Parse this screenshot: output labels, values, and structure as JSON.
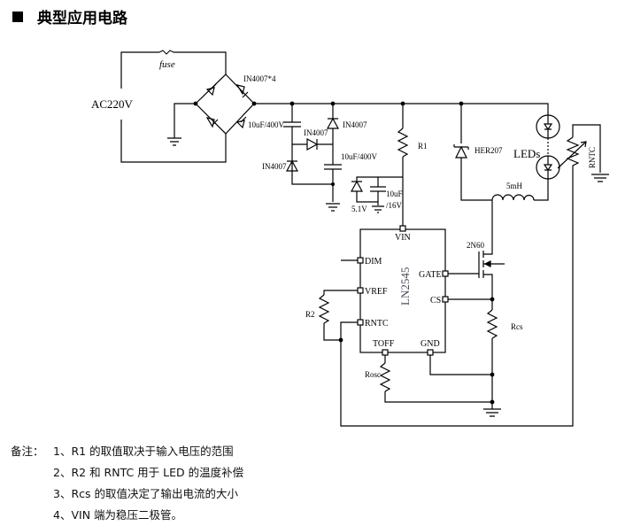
{
  "title": "典型应用电路",
  "labels": {
    "fuse": "fuse",
    "ac": "AC220V",
    "bridge": "IN4007*4",
    "cap1": "10uF/400V",
    "d_top": "IN4007",
    "d_mid": "IN4007",
    "d_low": "IN4007",
    "cap2": "10uF/400V",
    "zener": "5.1V",
    "cap3a": "10uF",
    "cap3b": "/16V",
    "r1": "R1",
    "her": "HER207",
    "leds": "LEDs",
    "inductor": "5mH",
    "rntc": "RNTC",
    "mosfet": "2N60",
    "rcs": "Rcs",
    "r2": "R2",
    "rosc": "Rosc",
    "ic": "LN2545"
  },
  "pins": {
    "vin": "VIN",
    "dim": "DIM",
    "vref": "VREF",
    "rntc": "RNTC",
    "gate": "GATE",
    "cs": "CS",
    "toff": "TOFF",
    "gnd": "GND"
  },
  "notes": {
    "heading": "备注：",
    "items": [
      "1、R1 的取值取决于输入电压的范围",
      "2、R2 和 RNTC 用于 LED 的温度补偿",
      "3、Rcs 的取值决定了输出电流的大小",
      "4、VIN 端为稳压二极管。"
    ]
  }
}
